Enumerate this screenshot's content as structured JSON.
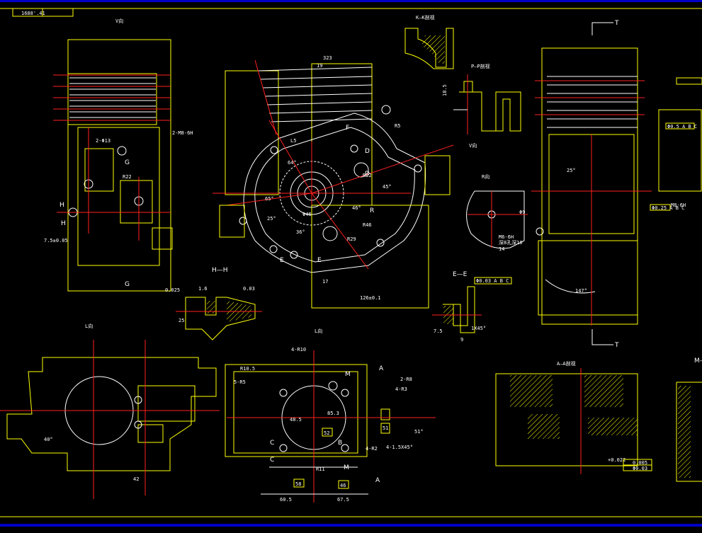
{
  "title_block": {
    "code": "1688'.41"
  },
  "colors": {
    "background": "#000000",
    "outline": "#ffff00",
    "centerline": "#ff2020",
    "text": "#ffffff",
    "frame": "#0000c8"
  },
  "views": {
    "left_top": {
      "title": "V向",
      "labels": [
        "2-M8-6H",
        "2-Φ13",
        "R22",
        "G",
        "H",
        "H",
        "G",
        "7.5±0.05"
      ]
    },
    "center_top": {
      "dims": [
        "323",
        "19",
        "R5",
        "L5",
        "Φ46",
        "R46",
        "R22",
        "R29",
        "36°",
        "64°",
        "65°",
        "25°",
        "45°",
        "46°",
        "R",
        "D",
        "D",
        "E",
        "E",
        "F",
        "17",
        "126±0.1",
        "V向"
      ]
    },
    "section_kk": {
      "title": "K—K剖视"
    },
    "section_pp": {
      "title": "P—P剖视",
      "labels": [
        "18.5"
      ]
    },
    "view_r": {
      "title": "R向",
      "labels": [
        "M6-6H",
        "深8孔深10",
        "14",
        "Φ9"
      ]
    },
    "section_hh": {
      "title": "H—H",
      "labels": [
        "1.6",
        "0.03",
        "25",
        "0.025"
      ]
    },
    "section_ee": {
      "title": "E—E",
      "labels": [
        "Φ0.03 A B C",
        "7.5",
        "1X45°",
        "9"
      ]
    },
    "right_top": {
      "labels": [
        "T",
        "T",
        "25°",
        "147°",
        "M8-6H",
        "Φ0.25 A B C",
        "Φ0.5 A B C"
      ]
    },
    "view_l_left": {
      "title": "L向",
      "labels": [
        "40°",
        "42"
      ]
    },
    "view_l_center": {
      "title": "L向",
      "labels": [
        "4-R10",
        "R10.5",
        "5-R5",
        "2-R8",
        "4-R3",
        "4-R2",
        "4-1.5X45°",
        "M",
        "M",
        "A",
        "A",
        "B",
        "C",
        "C",
        "85.3",
        "48.5",
        "52",
        "51",
        "51°",
        "R11",
        "58",
        "46",
        "60.5",
        "67.5"
      ]
    },
    "section_aa": {
      "title": "A—A剖视",
      "labels": [
        "+0.022",
        "0.005",
        "Φ0.03"
      ]
    },
    "right_bottom": {
      "title": "M—"
    }
  }
}
